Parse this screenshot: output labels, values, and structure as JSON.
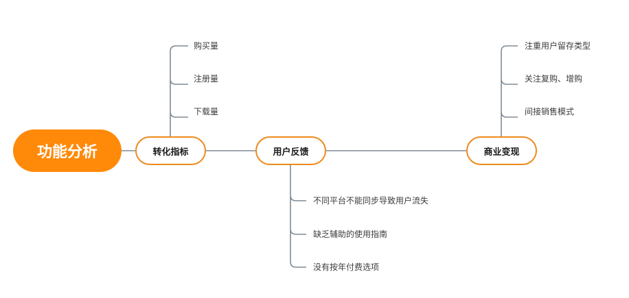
{
  "colors": {
    "root_fill": "#ff8a0a",
    "node_border": "#ee8a1c",
    "connector": "#7f8a96",
    "text": "#3c3c3c"
  },
  "mindmap": {
    "root": {
      "label": "功能分析"
    },
    "branches": [
      {
        "label": "转化指标",
        "children": [
          "购买量",
          "注册量",
          "下载量"
        ]
      },
      {
        "label": "用户反馈",
        "children": [
          "不同平台不能同步导致用户流失",
          "缺乏辅助的使用指南",
          "没有按年付费选项"
        ]
      },
      {
        "label": "商业变现",
        "children": [
          "注重用户留存类型",
          "关注复购、增购",
          "间接销售模式"
        ]
      }
    ]
  }
}
